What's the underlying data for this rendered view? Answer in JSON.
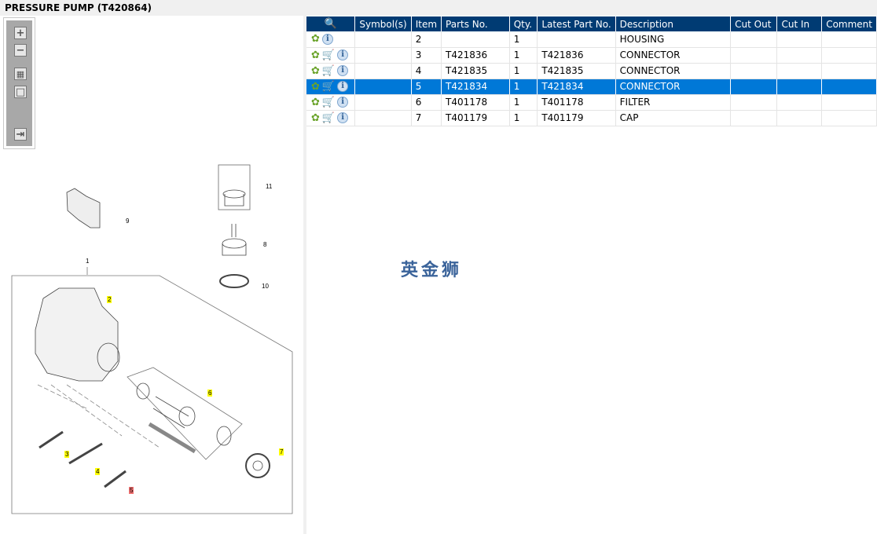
{
  "window": {
    "title": "PRESSURE PUMP (T420864)"
  },
  "toolbar": {
    "zoom_in": "+",
    "zoom_out": "−",
    "fit": "▦",
    "actual": "□",
    "export": "⇥"
  },
  "diagram": {
    "callouts": [
      "1",
      "2",
      "3",
      "4",
      "5",
      "6",
      "7",
      "8",
      "9",
      "10",
      "11"
    ],
    "highlight_color": "#ffff00",
    "selected_color": "#f07070"
  },
  "table": {
    "columns": [
      "",
      "Symbol(s)",
      "Item",
      "Parts No.",
      "Qty.",
      "Latest Part No.",
      "Description",
      "Cut Out",
      "Cut In",
      "Comment"
    ],
    "rows": [
      {
        "item": "2",
        "parts_no": "",
        "qty": "1",
        "latest": "",
        "description": "HOUSING",
        "cart": false
      },
      {
        "item": "3",
        "parts_no": "T421836",
        "qty": "1",
        "latest": "T421836",
        "description": "CONNECTOR",
        "cart": true
      },
      {
        "item": "4",
        "parts_no": "T421835",
        "qty": "1",
        "latest": "T421835",
        "description": "CONNECTOR",
        "cart": true
      },
      {
        "item": "5",
        "parts_no": "T421834",
        "qty": "1",
        "latest": "T421834",
        "description": "CONNECTOR",
        "cart": true,
        "selected": true
      },
      {
        "item": "6",
        "parts_no": "T401178",
        "qty": "1",
        "latest": "T401178",
        "description": "FILTER",
        "cart": true
      },
      {
        "item": "7",
        "parts_no": "T401179",
        "qty": "1",
        "latest": "T401179",
        "description": "CAP",
        "cart": true
      }
    ]
  },
  "watermark": "英金狮",
  "colors": {
    "header": "#003b73",
    "selected": "#0078d7"
  }
}
